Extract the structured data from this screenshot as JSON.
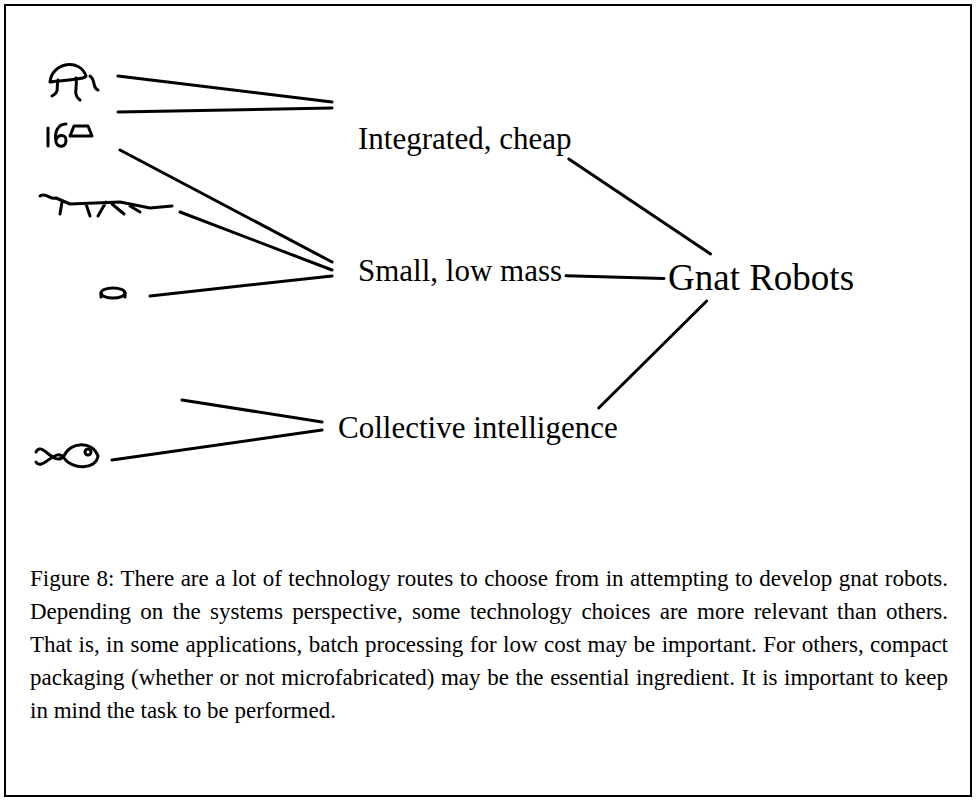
{
  "diagram": {
    "caption": "Figure 8: There are a lot of technology routes to choose from in attempting to develop gnat robots. Depending on the systems perspective, some technology choices are more relevant than others. That is, in some applications, batch processing for low cost may be important. For others, compact packaging (whether or not microfabricated) may be the essential ingredient. It is important to keep in mind the task to be performed.",
    "nodes": [
      {
        "text": [
          "Integrated, cheap"
        ]
      },
      {
        "text": [
          "Small, low mass"
        ]
      },
      {
        "text": [
          "Gnat Robots"
        ]
      },
      {
        "text": [
          "Collective intelligence"
        ]
      }
    ],
    "edges": [
      {
        "from": 0,
        "to": 2,
        "arrow": "none"
      },
      {
        "from": 1,
        "to": 2,
        "arrow": "none"
      },
      {
        "from": 3,
        "to": 2,
        "arrow": "none"
      }
    ]
  }
}
